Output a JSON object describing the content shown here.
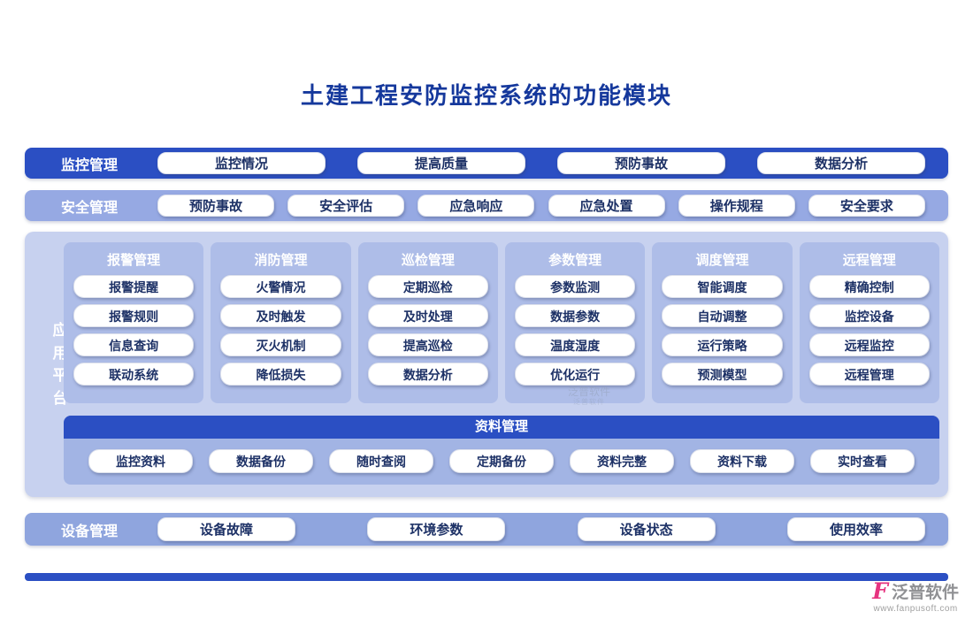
{
  "title": "土建工程安防监控系统的功能模块",
  "rows": [
    {
      "label": "监控管理",
      "items": [
        "监控情况",
        "提高质量",
        "预防事故",
        "数据分析"
      ]
    },
    {
      "label": "安全管理",
      "items": [
        "预防事故",
        "安全评估",
        "应急响应",
        "应急处置",
        "操作规程",
        "安全要求"
      ]
    }
  ],
  "platform": {
    "label": "应用平台",
    "columns": [
      {
        "title": "报警管理",
        "items": [
          "报警提醒",
          "报警规则",
          "信息查询",
          "联动系统"
        ]
      },
      {
        "title": "消防管理",
        "items": [
          "火警情况",
          "及时触发",
          "灭火机制",
          "降低损失"
        ]
      },
      {
        "title": "巡检管理",
        "items": [
          "定期巡检",
          "及时处理",
          "提高巡检",
          "数据分析"
        ]
      },
      {
        "title": "参数管理",
        "items": [
          "参数监测",
          "数据参数",
          "温度湿度",
          "优化运行"
        ]
      },
      {
        "title": "调度管理",
        "items": [
          "智能调度",
          "自动调整",
          "运行策略",
          "预测模型"
        ]
      },
      {
        "title": "远程管理",
        "items": [
          "精确控制",
          "监控设备",
          "远程监控",
          "远程管理"
        ]
      }
    ],
    "data_section": {
      "title": "资料管理",
      "items": [
        "监控资料",
        "数据备份",
        "随时查阅",
        "定期备份",
        "资料完整",
        "资料下载",
        "实时查看"
      ]
    }
  },
  "device": {
    "label": "设备管理",
    "items": [
      "设备故障",
      "环境参数",
      "设备状态",
      "使用效率"
    ]
  },
  "watermark": "泛普软件",
  "footer": {
    "brand": "泛普软件",
    "url": "www.fanpusoft.com"
  },
  "colors": {
    "primary_blue": "#2b4fc3",
    "safety_bar": "#96a9e3",
    "panel": "#c7d1ef",
    "column": "#aebde8",
    "data_section": "#a2b4e4",
    "device_bar": "#8fa5de",
    "title_text": "#15389c",
    "pill_text": "#1d3166",
    "brand_pink": "#e6337f"
  }
}
